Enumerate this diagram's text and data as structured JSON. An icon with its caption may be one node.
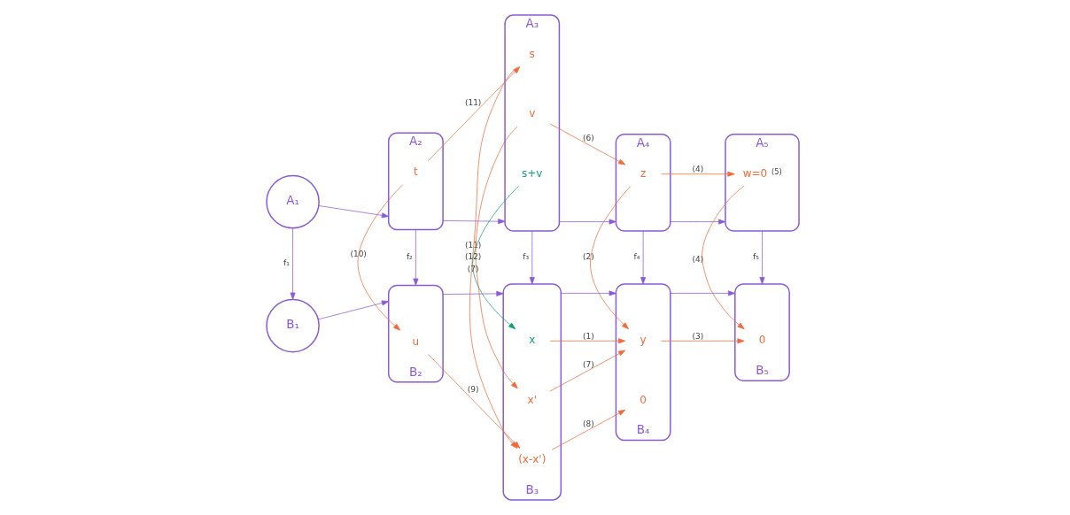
{
  "diagram": {
    "nodes": [
      {
        "text": [
          "A₁"
        ]
      },
      {
        "text": [
          "A₂"
        ]
      },
      {
        "text": [
          "t"
        ],
        "in": 1
      },
      {
        "text": [
          "A₃"
        ]
      },
      {
        "text": [
          "s"
        ],
        "in": 3
      },
      {
        "text": [
          "v"
        ],
        "in": 3
      },
      {
        "text": [
          "s+v"
        ],
        "in": 3
      },
      {
        "text": [
          "A₄"
        ]
      },
      {
        "text": [
          "z"
        ],
        "in": 7
      },
      {
        "text": [
          "A₅"
        ]
      },
      {
        "text": [
          "w=0"
        ],
        "in": 9,
        "beside": [
          "(5)"
        ]
      },
      {
        "text": [
          "B₁"
        ]
      },
      {
        "text": [
          "B₂"
        ]
      },
      {
        "text": [
          "u"
        ],
        "in": 12
      },
      {
        "text": [
          "B₃"
        ]
      },
      {
        "text": [
          "x"
        ],
        "in": 14
      },
      {
        "text": [
          "x'"
        ],
        "in": 14
      },
      {
        "text": [
          "(x-x')"
        ],
        "in": 14
      },
      {
        "text": [
          "B₄"
        ]
      },
      {
        "text": [
          "y"
        ],
        "in": 18
      },
      {
        "text": [
          "0"
        ],
        "in": 18
      },
      {
        "text": [
          "B₅"
        ]
      },
      {
        "text": [
          "0"
        ],
        "in": 21
      }
    ],
    "edges": [
      {
        "from": 0,
        "to": 1,
        "arrow": "to",
        "color": "#8a5ad8"
      },
      {
        "from": 1,
        "to": 3,
        "arrow": "to",
        "color": "#8a5ad8"
      },
      {
        "from": 3,
        "to": 7,
        "arrow": "to",
        "color": "#8a5ad8"
      },
      {
        "from": 7,
        "to": 9,
        "arrow": "to",
        "color": "#8a5ad8"
      },
      {
        "from": 0,
        "to": 11,
        "arrow": "to",
        "label": "f₁",
        "color": "#8a5ad8"
      },
      {
        "from": 1,
        "to": 12,
        "arrow": "to",
        "label": "f₂",
        "color": "#8a5ad8"
      },
      {
        "from": 3,
        "to": 14,
        "arrow": "to",
        "label": "f₃",
        "color": "#8a5ad8"
      },
      {
        "from": 7,
        "to": 18,
        "arrow": "to",
        "label": "f₄",
        "color": "#8a5ad8"
      },
      {
        "from": 9,
        "to": 21,
        "arrow": "to",
        "label": "f₅",
        "color": "#8a5ad8"
      },
      {
        "from": 11,
        "to": 12,
        "arrow": "to",
        "color": "#8a5ad8"
      },
      {
        "from": 12,
        "to": 14,
        "arrow": "to",
        "color": "#8a5ad8"
      },
      {
        "from": 14,
        "to": 18,
        "arrow": "to",
        "color": "#8a5ad8"
      },
      {
        "from": 18,
        "to": 21,
        "arrow": "to",
        "color": "#8a5ad8"
      },
      {
        "from": 2,
        "to": 4,
        "arrow": "to",
        "label": "(11)",
        "color": "#f26a3a"
      },
      {
        "from": 5,
        "to": 8,
        "arrow": "to",
        "label": "(6)",
        "color": "#f26a3a"
      },
      {
        "from": 8,
        "to": 10,
        "arrow": "to",
        "label": "(4)",
        "color": "#f26a3a"
      },
      {
        "from": 2,
        "to": 13,
        "arrow": "to",
        "label": "(10)",
        "color": "#f26a3a"
      },
      {
        "from": 4,
        "to": 17,
        "arrow": "to",
        "label": "(11)",
        "color": "#f26a3a"
      },
      {
        "from": 5,
        "to": 16,
        "arrow": "to",
        "label": "(7)",
        "color": "#f26a3a"
      },
      {
        "from": 6,
        "to": 15,
        "arrow": "to",
        "label": "(12)",
        "color": "#13a07a"
      },
      {
        "from": 8,
        "to": 19,
        "arrow": "to",
        "label": "(2)",
        "color": "#f26a3a"
      },
      {
        "from": 10,
        "to": 22,
        "arrow": "to",
        "label": "(4)",
        "color": "#f26a3a"
      },
      {
        "from": 15,
        "to": 19,
        "arrow": "to",
        "label": "(1)",
        "color": "#f26a3a"
      },
      {
        "from": 16,
        "to": 19,
        "arrow": "to",
        "label": "(7)",
        "color": "#f26a3a"
      },
      {
        "from": 13,
        "to": 17,
        "arrow": "to",
        "label": "(9)",
        "color": "#f26a3a"
      },
      {
        "from": 17,
        "to": 20,
        "arrow": "to",
        "label": "(8)",
        "color": "#f26a3a"
      },
      {
        "from": 19,
        "to": 22,
        "arrow": "to",
        "label": "(3)",
        "color": "#f26a3a"
      }
    ]
  }
}
